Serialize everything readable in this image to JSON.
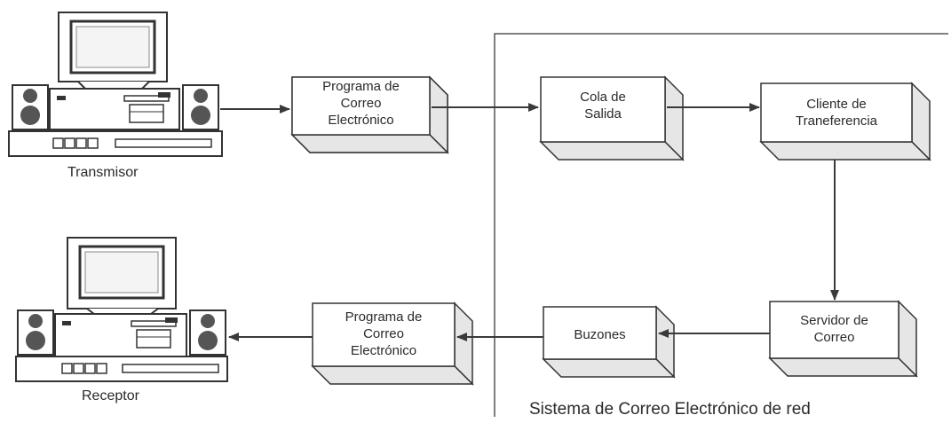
{
  "computers": {
    "sender": {
      "caption": "Transmisor"
    },
    "receiver": {
      "caption": "Receptor"
    }
  },
  "boxes": {
    "email_program_top": {
      "lines": [
        "Programa de",
        "Correo",
        "Electrónico"
      ]
    },
    "output_queue": {
      "lines": [
        "Cola de",
        "Salida"
      ]
    },
    "transfer_client": {
      "lines": [
        "Cliente de",
        "Traneferencia"
      ]
    },
    "mail_server": {
      "lines": [
        "Servidor de",
        "Correo"
      ]
    },
    "mailboxes": {
      "lines": [
        "Buzones"
      ]
    },
    "email_program_bottom": {
      "lines": [
        "Programa de",
        "Correo",
        "Electrónico"
      ]
    }
  },
  "system": {
    "caption": "Sistema de Correo Electrónico de red"
  },
  "colors": {
    "line": "#3a3a3a",
    "box_fill": "#ffffff",
    "shade": "#d8d8d8",
    "screen": "#4a4a4a"
  }
}
